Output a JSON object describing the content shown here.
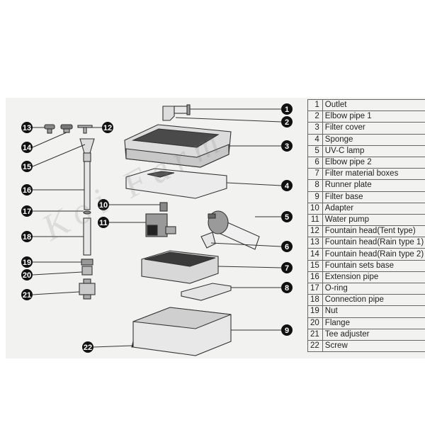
{
  "parts": [
    {
      "num": "1",
      "label": "Outlet"
    },
    {
      "num": "2",
      "label": "Elbow pipe 1"
    },
    {
      "num": "3",
      "label": "Filter cover"
    },
    {
      "num": "4",
      "label": "Sponge"
    },
    {
      "num": "5",
      "label": "UV-C lamp"
    },
    {
      "num": "6",
      "label": "Elbow pipe 2"
    },
    {
      "num": "7",
      "label": "Filter material boxes"
    },
    {
      "num": "8",
      "label": "Runner plate"
    },
    {
      "num": "9",
      "label": "Filter base"
    },
    {
      "num": "10",
      "label": "Adapter"
    },
    {
      "num": "11",
      "label": "Water pump"
    },
    {
      "num": "12",
      "label": "Fountain head(Tent type)"
    },
    {
      "num": "13",
      "label": "Fountain head(Rain type 1)"
    },
    {
      "num": "14",
      "label": "Fountain head(Rain type 2)"
    },
    {
      "num": "15",
      "label": "Fountain sets base"
    },
    {
      "num": "16",
      "label": "Extension pipe"
    },
    {
      "num": "17",
      "label": "O-ring"
    },
    {
      "num": "18",
      "label": "Connection pipe"
    },
    {
      "num": "19",
      "label": "Nut"
    },
    {
      "num": "20",
      "label": "Flange"
    },
    {
      "num": "21",
      "label": "Tee adjuster"
    },
    {
      "num": "22",
      "label": "Screw"
    }
  ],
  "watermark": "Koi Farm",
  "colors": {
    "callout": "#111111",
    "line": "#333333",
    "background": "#f2f2f0"
  }
}
